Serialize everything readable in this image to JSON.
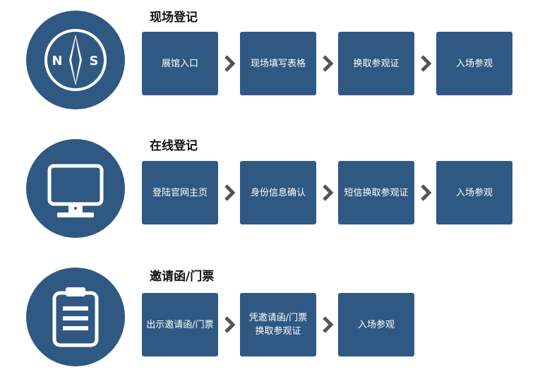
{
  "colors": {
    "primary": "#2f5982",
    "arrow": "#555555",
    "text": "#111111"
  },
  "sections": [
    {
      "title": "现场登记",
      "icon": "compass-icon",
      "compass": {
        "west": "N",
        "east": "S"
      },
      "steps": [
        "展馆入口",
        "现场填写表格",
        "换取参观证",
        "入场参观"
      ]
    },
    {
      "title": "在线登记",
      "icon": "monitor-icon",
      "steps": [
        "登陆官网主页",
        "身份信息确认",
        "短信换取参观证",
        "入场参观"
      ]
    },
    {
      "title": "邀请函/门票",
      "icon": "clipboard-icon",
      "steps": [
        "出示邀请函/门票",
        "凭邀请函/门票\n换取参观证",
        "入场参观"
      ]
    }
  ]
}
